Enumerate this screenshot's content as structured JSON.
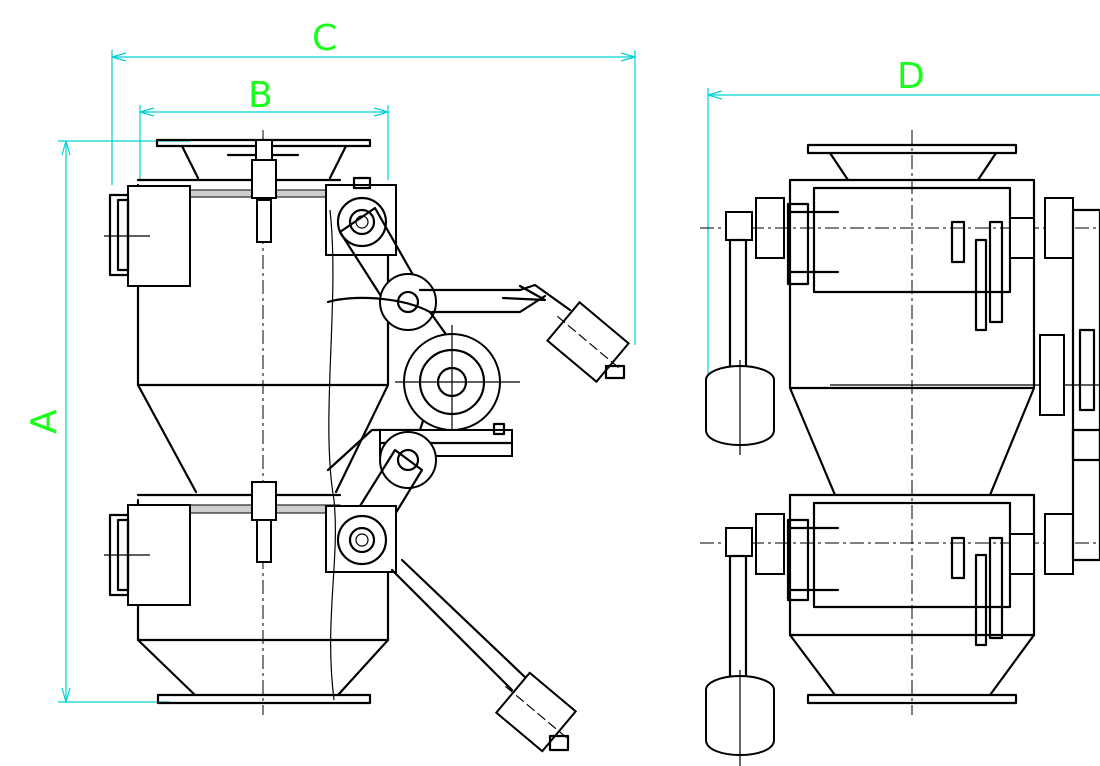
{
  "dimensions": {
    "A": "A",
    "B": "B",
    "C": "C",
    "D": "D"
  },
  "colors": {
    "dimension_text": "#1aff1a",
    "dimension_line": "#00d2d2",
    "ink": "#000000",
    "background": "#ffffff"
  }
}
